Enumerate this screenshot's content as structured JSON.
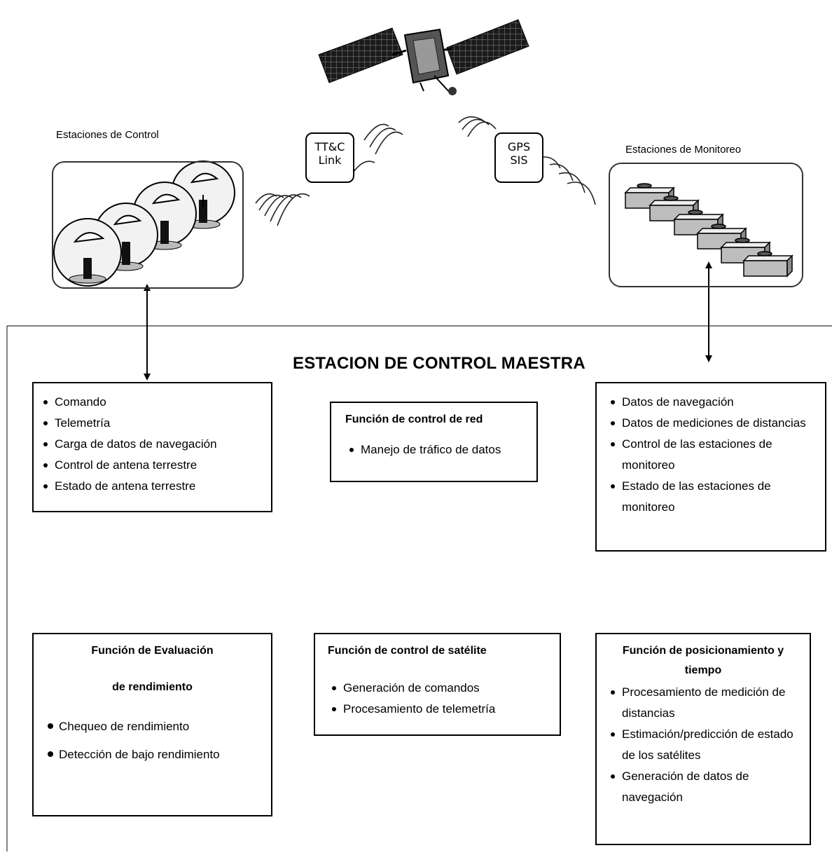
{
  "top": {
    "control_stations_label": "Estaciones de Control",
    "monitor_stations_label": "Estaciones de Monitoreo",
    "ttc_link_line1": "TT&C",
    "ttc_link_line2": "Link",
    "gps_sis_line1": "GPS",
    "gps_sis_line2": "SIS"
  },
  "master": {
    "title": "ESTACION DE CONTROL MAESTRA"
  },
  "boxes": {
    "control_items": [
      "Comando",
      "Telemetría",
      "Carga de datos de navegación",
      "Control de antena terrestre",
      "Estado de antena terrestre"
    ],
    "network": {
      "title": "Función de control de red",
      "items": [
        "Manejo de tráfico de datos"
      ]
    },
    "monitor_items": [
      "Datos de navegación",
      "Datos de mediciones de distancias",
      "Control de las estaciones de monitoreo",
      "Estado de las estaciones de monitoreo"
    ],
    "performance": {
      "title_line1": "Función de Evaluación",
      "title_line2": "de rendimiento",
      "items": [
        "Chequeo de rendimiento",
        "Detección de bajo rendimiento"
      ]
    },
    "satellite": {
      "title": "Función de control de satélite",
      "items": [
        "Generación de comandos",
        "Procesamiento de telemetría"
      ]
    },
    "positioning": {
      "title": "Función de posicionamiento y tiempo",
      "items": [
        "Procesamiento de medición de distancias",
        "Estimación/predicción de estado de los satélites",
        "Generación de datos de navegación"
      ]
    }
  },
  "colors": {
    "stroke": "#000000",
    "station_box": "#dcdcdc",
    "globe": "#f2f2f2"
  }
}
